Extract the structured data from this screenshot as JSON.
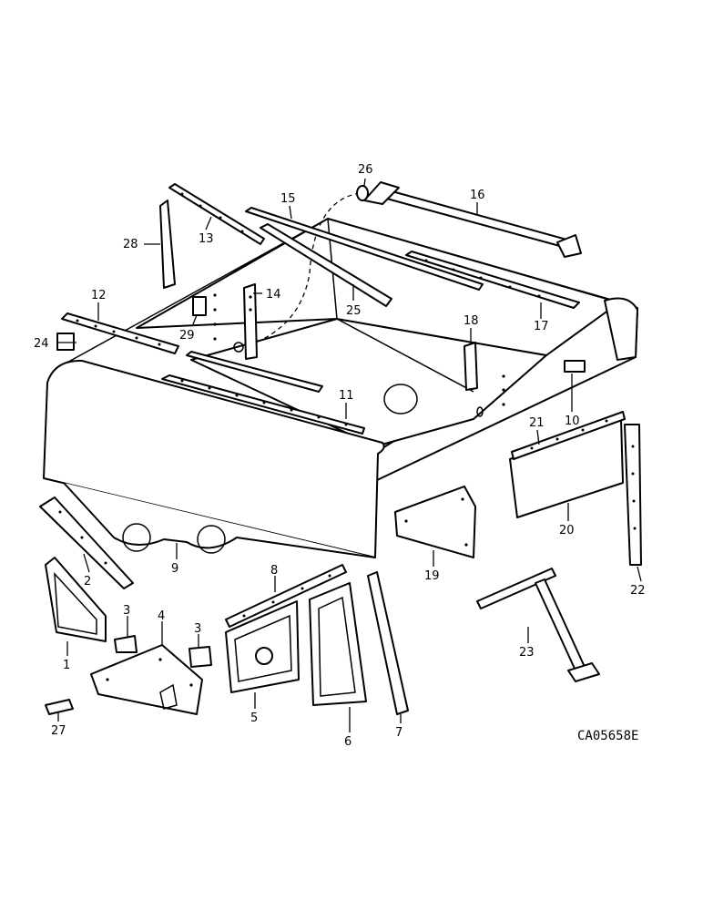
{
  "callouts": {
    "c1": "1",
    "c2": "2",
    "c3a": "3",
    "c3b": "3",
    "c4": "4",
    "c5": "5",
    "c6": "6",
    "c7": "7",
    "c8": "8",
    "c9": "9",
    "c10": "10",
    "c11": "11",
    "c12": "12",
    "c13": "13",
    "c14": "14",
    "c15": "15",
    "c16": "16",
    "c17": "17",
    "c18": "18",
    "c19": "19",
    "c20": "20",
    "c21": "21",
    "c22": "22",
    "c23": "23",
    "c24": "24",
    "c25": "25",
    "c26": "26",
    "c27": "27",
    "c28": "28",
    "c29": "29"
  },
  "drawing_code": "CA05658E"
}
